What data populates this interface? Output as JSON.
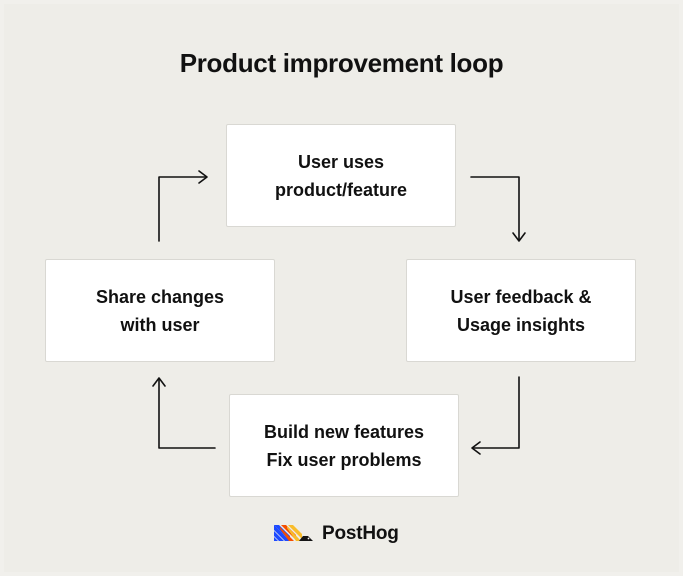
{
  "diagram": {
    "title": "Product improvement loop",
    "steps": [
      {
        "lines": [
          "User uses",
          "product/feature"
        ]
      },
      {
        "lines": [
          "User feedback &",
          "Usage insights"
        ]
      },
      {
        "lines": [
          "Build new features",
          "Fix user problems"
        ]
      },
      {
        "lines": [
          "Share changes",
          "with user"
        ]
      }
    ]
  },
  "brand": {
    "name": "PostHog",
    "icon": "posthog-hedgehog-logo-icon",
    "colors": {
      "blue": "#1d4aff",
      "orange": "#f54e00",
      "yellow": "#f9bd2b",
      "dark": "#151515"
    }
  },
  "colors": {
    "background": "#eeede8",
    "box": "#ffffff",
    "text": "#111111",
    "arrow": "#111111"
  }
}
